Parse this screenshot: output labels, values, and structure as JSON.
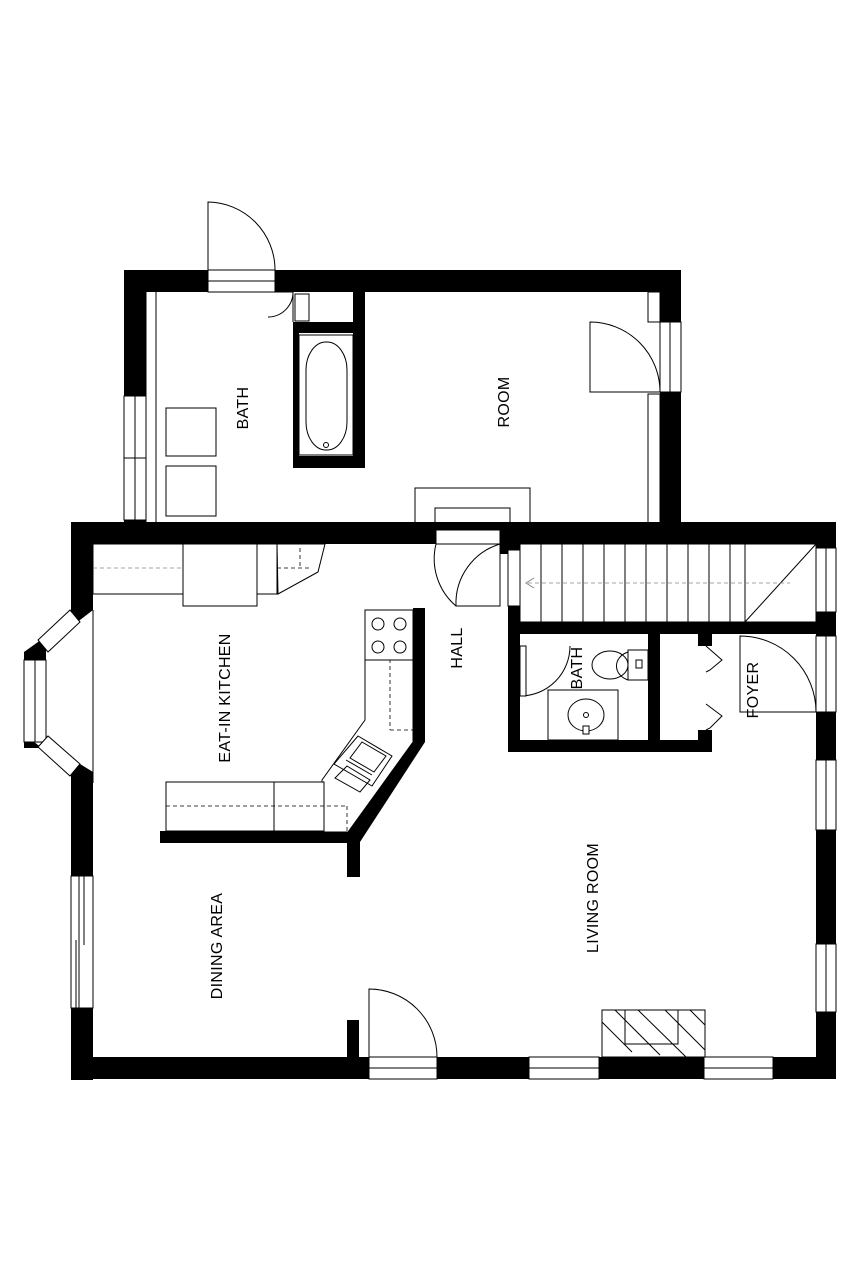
{
  "plan": {
    "rooms": {
      "bath_upper": "BATH",
      "room": "ROOM",
      "eat_in_kitchen": "EAT-IN KITCHEN",
      "hall": "HALL",
      "bath_lower": "BATH",
      "foyer": "FOYER",
      "living_room": "LIVING ROOM",
      "dining_area": "DINING AREA"
    }
  }
}
